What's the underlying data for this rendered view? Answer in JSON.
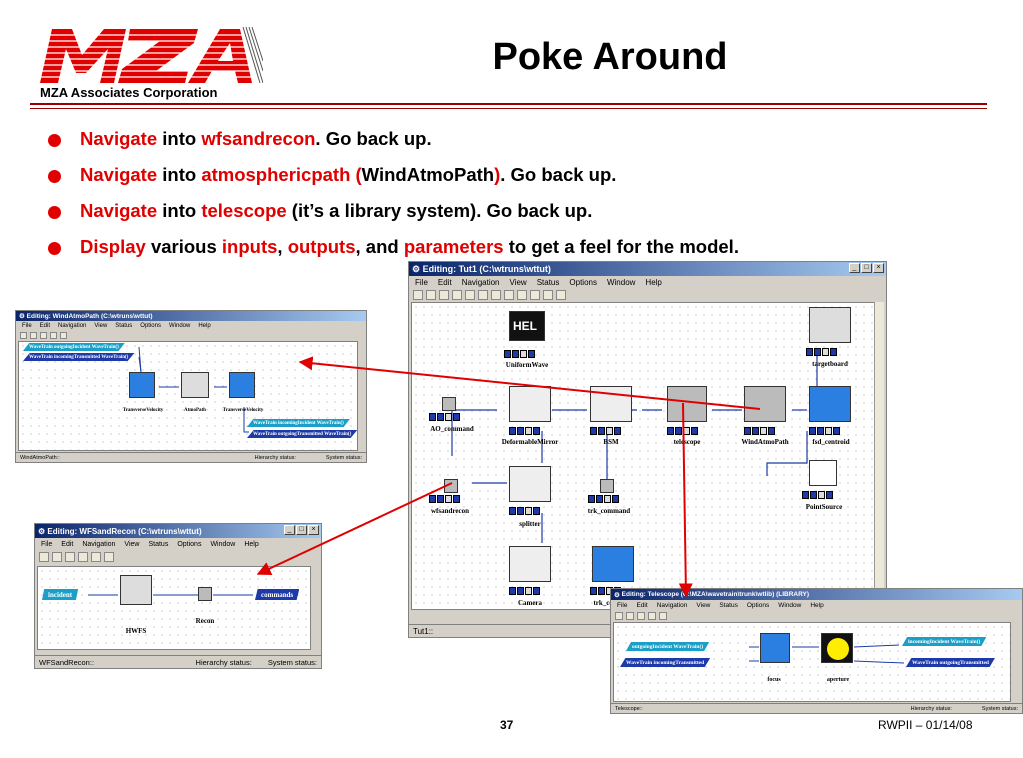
{
  "header": {
    "company": "MZA Associates Corporation",
    "title": "Poke Around",
    "logo_text": "MZA",
    "colors": {
      "accent": "#e00000",
      "rule": "#990000",
      "logo": "#e00000"
    }
  },
  "bullets": [
    {
      "parts": [
        {
          "t": "Navigate",
          "red": true
        },
        {
          "t": " into ",
          "red": false
        },
        {
          "t": "wfsandrecon",
          "red": true
        },
        {
          "t": ". Go back up.",
          "red": false
        }
      ]
    },
    {
      "parts": [
        {
          "t": "Navigate",
          "red": true
        },
        {
          "t": " into ",
          "red": false
        },
        {
          "t": "atmosphericpath (",
          "red": true
        },
        {
          "t": "WindAtmoPath",
          "red": false
        },
        {
          "t": ")",
          "red": true
        },
        {
          "t": ". Go back up.",
          "red": false
        }
      ]
    },
    {
      "parts": [
        {
          "t": "Navigate",
          "red": true
        },
        {
          "t": " into ",
          "red": false
        },
        {
          "t": "telescope",
          "red": true
        },
        {
          "t": " (it’s a library system). Go back up.",
          "red": false
        }
      ]
    },
    {
      "parts": [
        {
          "t": "Display",
          "red": true
        },
        {
          "t": " various ",
          "red": false
        },
        {
          "t": "inputs",
          "red": true
        },
        {
          "t": ", ",
          "red": false
        },
        {
          "t": "outputs",
          "red": true
        },
        {
          "t": ", and ",
          "red": false
        },
        {
          "t": "parameters",
          "red": true
        },
        {
          "t": " to get a feel for the model.",
          "red": false
        }
      ]
    }
  ],
  "win_main": {
    "title": "Editing:  Tut1  (C:\\wtruns\\wttut)",
    "menu": [
      "File",
      "Edit",
      "Navigation",
      "View",
      "Status",
      "Options",
      "Window",
      "Help"
    ],
    "status": "Tut1::",
    "blocks": {
      "uniformwave": "UniformWave",
      "hel": "HEL",
      "targetboard": "targetboard",
      "ao_command": "AO_command",
      "deformablemirror": "DeformableMirror",
      "bsm": "BSM",
      "telescope": "telescope",
      "windatmopath": "WindAtmoPath",
      "fsd_centroid": "fsd_centroid",
      "pointsource": "PointSource",
      "wfsandrecon": "wfsandrecon",
      "splitter": "splitter",
      "trk_command": "trk_command",
      "camera": "Camera",
      "trk_ce": "trk_ce"
    }
  },
  "win_atmo": {
    "title": "Editing:  WindAtmoPath  (C:\\wtruns\\wttut)",
    "menu": [
      "File",
      "Edit",
      "Navigation",
      "View",
      "Status",
      "Options",
      "Window",
      "Help"
    ],
    "status": "WindAtmoPath::",
    "hier": "Hierarchy status:",
    "sys": "System status:",
    "sig_out_in": "WaveTrain outgoingIncident WaveTrain()",
    "sig_in_tr": "WaveTrain incomingTransmitted WaveTrain()",
    "sig_in_inc": "WaveTrain incomingIncident WaveTrain()",
    "sig_out_tr": "WaveTrain outgoingTransmitted WaveTrain()",
    "blk1": "TransverseVelocity",
    "blk2": "AtmoPath",
    "blk3": "TransverseVelocity"
  },
  "win_wfs": {
    "title": "Editing:  WFSandRecon  (C:\\wtruns\\wttut)",
    "menu": [
      "File",
      "Edit",
      "Navigation",
      "View",
      "Status",
      "Options",
      "Window",
      "Help"
    ],
    "status": "WFSandRecon::",
    "hier": "Hierarchy status:",
    "sys": "System status:",
    "sig_in": "incident",
    "sig_out": "commands",
    "blk1": "HWFS",
    "blk2": "Recon"
  },
  "win_tel": {
    "title": "Editing:  Telescope  (C:\\MZA\\wavetrain\\trunk\\wtlib) (LIBRARY)",
    "menu": [
      "File",
      "Edit",
      "Navigation",
      "View",
      "Status",
      "Options",
      "Window",
      "Help"
    ],
    "status": "Telescope::",
    "hier": "Hierarchy status:",
    "sys": "System status:",
    "sig_out_in": "outgoingIncident WaveTrain()",
    "sig_in_tr": "WaveTrain incomingTransmitted",
    "sig_in_inc": "incomingIncident WaveTrain()",
    "sig_out_tr": "WaveTrain outgoingTransmitted",
    "blk1": "focus",
    "blk2": "aperture"
  },
  "footer": {
    "page": "37",
    "right": "RWPII – 01/14/08"
  }
}
